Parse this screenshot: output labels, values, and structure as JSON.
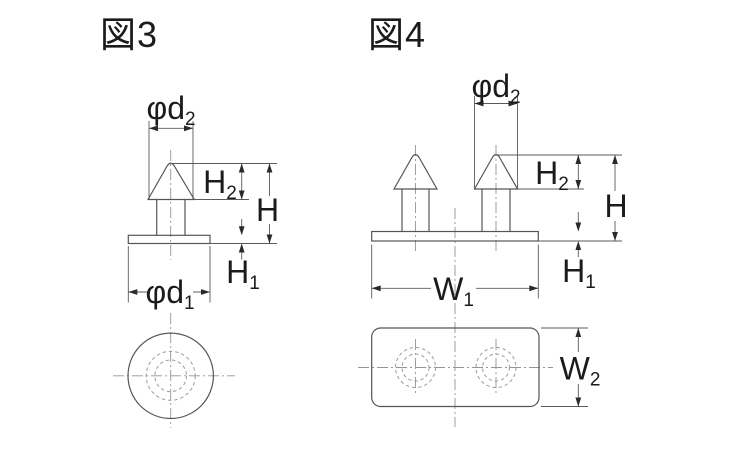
{
  "figure3": {
    "title": "図3",
    "labels": {
      "d2": {
        "base": "φd",
        "sub": "2"
      },
      "h2": {
        "base": "H",
        "sub": "2"
      },
      "h": {
        "base": "H",
        "sub": ""
      },
      "h1": {
        "base": "H",
        "sub": "1"
      },
      "d1": {
        "base": "φd",
        "sub": "1"
      }
    }
  },
  "figure4": {
    "title": "図4",
    "labels": {
      "d2": {
        "base": "φd",
        "sub": "2"
      },
      "h2": {
        "base": "H",
        "sub": "2"
      },
      "h": {
        "base": "H",
        "sub": ""
      },
      "h1": {
        "base": "H",
        "sub": "1"
      },
      "w1": {
        "base": "W",
        "sub": "1"
      },
      "w2": {
        "base": "W",
        "sub": "2"
      }
    }
  },
  "colors": {
    "background": "#ffffff",
    "outline": "#555555",
    "dimension": "#5a5a5a",
    "centerline": "#949494",
    "hidden_line": "#9c9c9c",
    "text": "#1b1b1b"
  }
}
